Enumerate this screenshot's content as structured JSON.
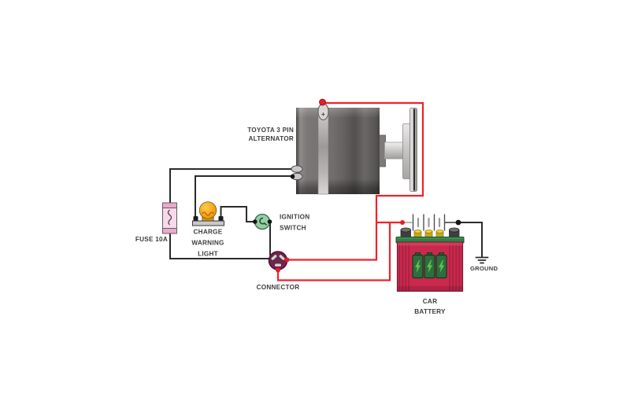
{
  "components": {
    "alternator": {
      "label_line1": "TOYOTA 3 PIN",
      "label_line2": "ALTERNATOR",
      "terminal_plus": "+"
    },
    "fuse": {
      "label": "FUSE 10A"
    },
    "charge_warning_light": {
      "label_line1": "CHARGE",
      "label_line2": "WARNING",
      "label_line3": "LIGHT"
    },
    "ignition_switch": {
      "label_line1": "IGNITION",
      "label_line2": "SWITCH"
    },
    "connector": {
      "label": "CONNECTOR"
    },
    "battery": {
      "label_line1": "CAR",
      "label_line2": "BATTERY"
    },
    "ground": {
      "label": "GROUND"
    }
  },
  "colors": {
    "background": "#ffffff",
    "wire_positive": "#f2212b",
    "wire_ground": "#2b2b2b",
    "junction_red": "#e81c26",
    "junction_black": "#141414",
    "label_text": "#3f3f3f",
    "fuse_body": "#f6d9ea",
    "fuse_cap": "#eaaacb",
    "bulb_orange": "#f5a41c",
    "lamp_base_gray": "#c9c7c7",
    "switch_green": "#96cfa6",
    "connector_maroon": "#7b2150",
    "connector_slot": "#d2d0d0",
    "battery_body_red": "#c8294c",
    "battery_top_green": "#2e8044",
    "battery_cell_green": "#2d6e3e",
    "cell_bolt_green": "#5ec24a",
    "cap_yellow": "#f0d23c",
    "alternator_gray": "#6e6a6a"
  }
}
